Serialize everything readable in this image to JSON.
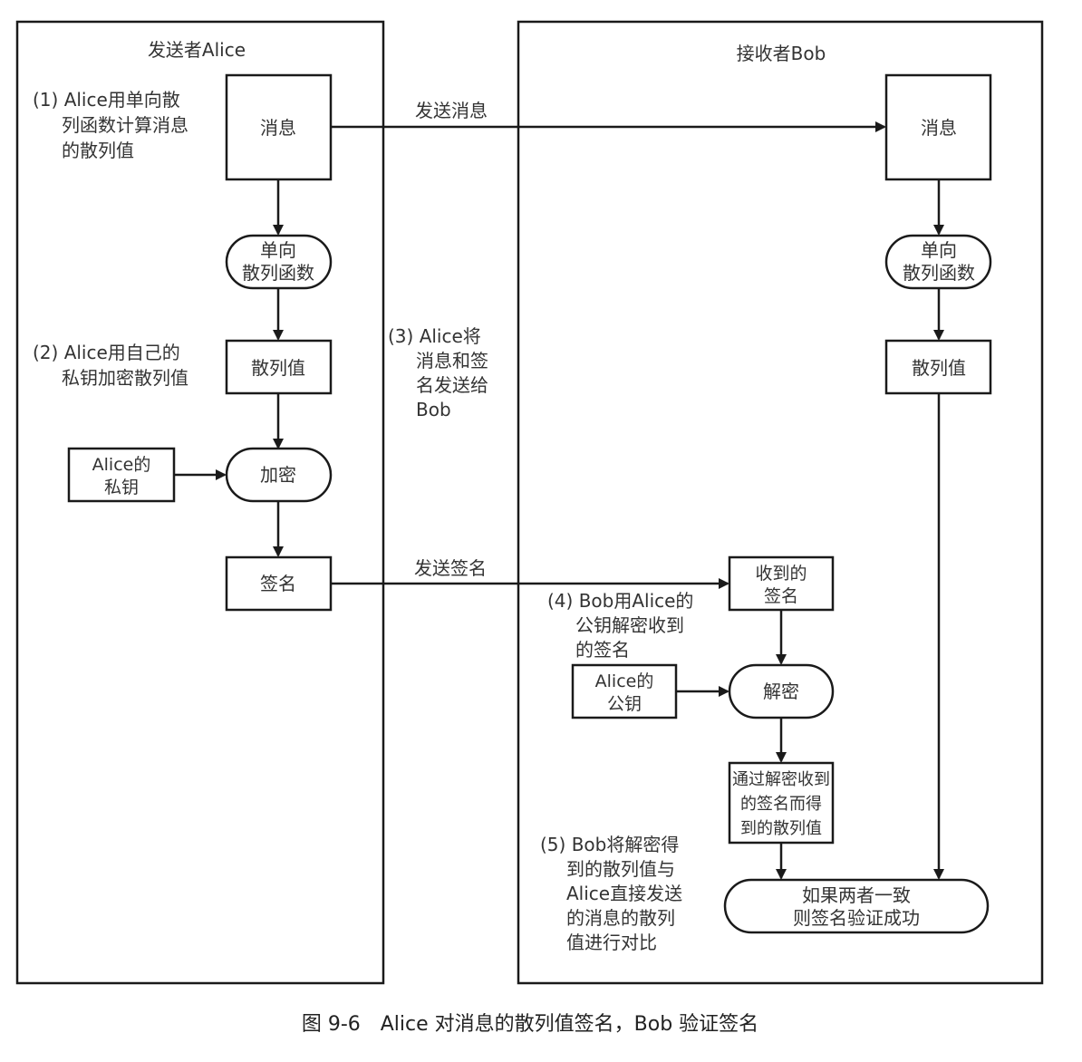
{
  "panels": {
    "sender_title": "发送者Alice",
    "receiver_title": "接收者Bob"
  },
  "alice": {
    "message": "消息",
    "hash_func": [
      "单向",
      "散列函数"
    ],
    "hash_value": "散列值",
    "private_key": [
      "Alice的",
      "私钥"
    ],
    "encrypt": "加密",
    "signature": "签名"
  },
  "bob": {
    "message": "消息",
    "hash_func": [
      "单向",
      "散列函数"
    ],
    "hash_value": "散列值",
    "received_signature": [
      "收到的",
      "签名"
    ],
    "public_key": [
      "Alice的",
      "公钥"
    ],
    "decrypt": "解密",
    "decrypted_hash": [
      "通过解密收到",
      "的签名而得",
      "到的散列值"
    ],
    "result": [
      "如果两者一致",
      "则签名验证成功"
    ]
  },
  "arrows": {
    "send_message": "发送消息",
    "send_signature": "发送签名"
  },
  "steps": {
    "step1": [
      "(1) Alice用单向散",
      "列函数计算消息",
      "的散列值"
    ],
    "step2": [
      "(2) Alice用自己的",
      "私钥加密散列值"
    ],
    "step3": [
      "(3) Alice将",
      "消息和签",
      "名发送给",
      "Bob"
    ],
    "step4": [
      "(4) Bob用Alice的",
      "公钥解密收到",
      "的签名"
    ],
    "step5": [
      "(5) Bob将解密得",
      "到的散列值与",
      "Alice直接发送",
      "的消息的散列",
      "值进行对比"
    ]
  },
  "caption": "图 9-6　Alice 对消息的散列值签名，Bob 验证签名"
}
